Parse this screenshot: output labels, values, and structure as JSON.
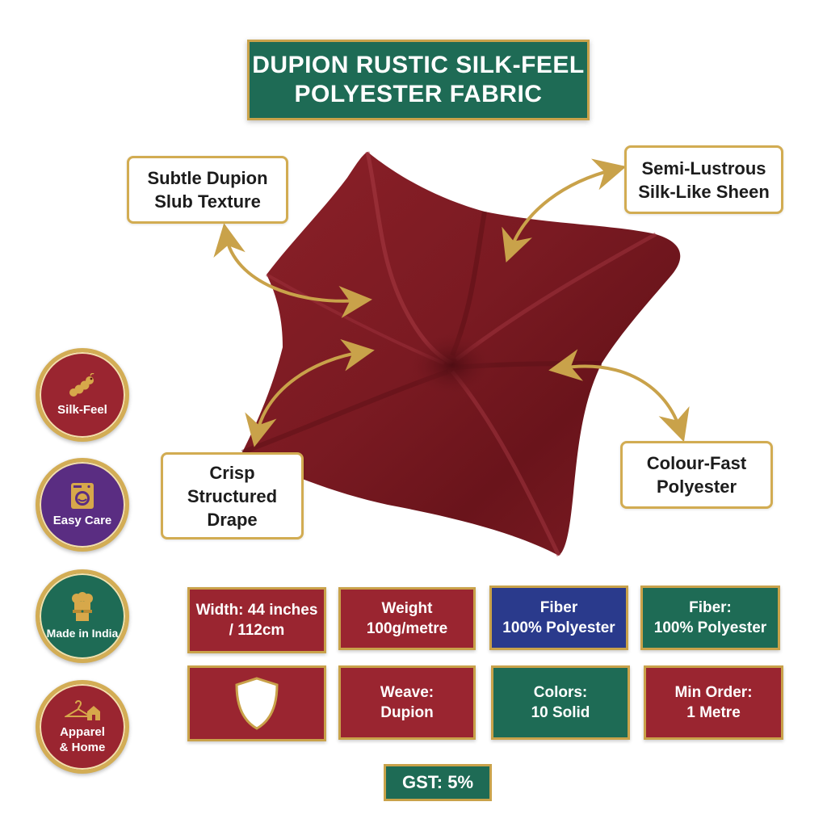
{
  "title": {
    "line1": "DUPION RUSTIC SILK-FEEL",
    "line2": "POLYESTER FABRIC"
  },
  "callouts": {
    "texture": {
      "line1": "Subtle Dupion",
      "line2": "Slub Texture"
    },
    "sheen": {
      "line1": "Semi-Lustrous",
      "line2": "Silk-Like Sheen"
    },
    "drape": {
      "line1": "Crisp",
      "line2": "Structured",
      "line3": "Drape"
    },
    "colourfast": {
      "line1": "Colour-Fast",
      "line2": "Polyester"
    }
  },
  "badges": {
    "silk": {
      "label": "Silk-Feel",
      "icon": "silkworm-icon"
    },
    "care": {
      "label": "Easy Care",
      "icon": "washing-machine-icon"
    },
    "india": {
      "label": "Made in India",
      "icon": "ashoka-emblem-icon"
    },
    "apparel": {
      "line1": "Apparel",
      "line2": "& Home",
      "icon": "hanger-home-icon"
    }
  },
  "specs": {
    "width": {
      "line1": "Width: 44 inches",
      "line2": "/ 112cm"
    },
    "weight": {
      "line1": "Weight",
      "line2": "100g/metre"
    },
    "fiber1": {
      "line1": "Fiber",
      "line2": "100% Polyester"
    },
    "fiber2": {
      "line1": "Fiber:",
      "line2": "100% Polyester"
    },
    "shield": {
      "icon": "shield-icon"
    },
    "weave": {
      "line1": "Weave:",
      "line2": "Dupion"
    },
    "colors": {
      "line1": "Colors:",
      "line2": "10 Solid"
    },
    "minorder": {
      "line1": "Min Order:",
      "line2": "1 Metre"
    }
  },
  "gst": "GST: 5%",
  "colors": {
    "maroon": "#9a2530",
    "green": "#1e6b55",
    "blue": "#2a3a8c",
    "purple": "#5a2d82",
    "gold": "#c9a24a",
    "fabric": "#7d1a22"
  }
}
